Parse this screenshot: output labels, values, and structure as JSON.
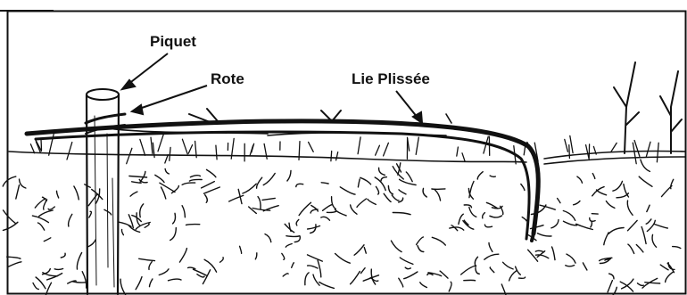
{
  "diagram": {
    "labels": {
      "piquet": "Piquet",
      "rote": "Rote",
      "lie_plissee": "Lie Plissée"
    },
    "colors": {
      "ink": "#111111",
      "paper": "#ffffff"
    }
  }
}
